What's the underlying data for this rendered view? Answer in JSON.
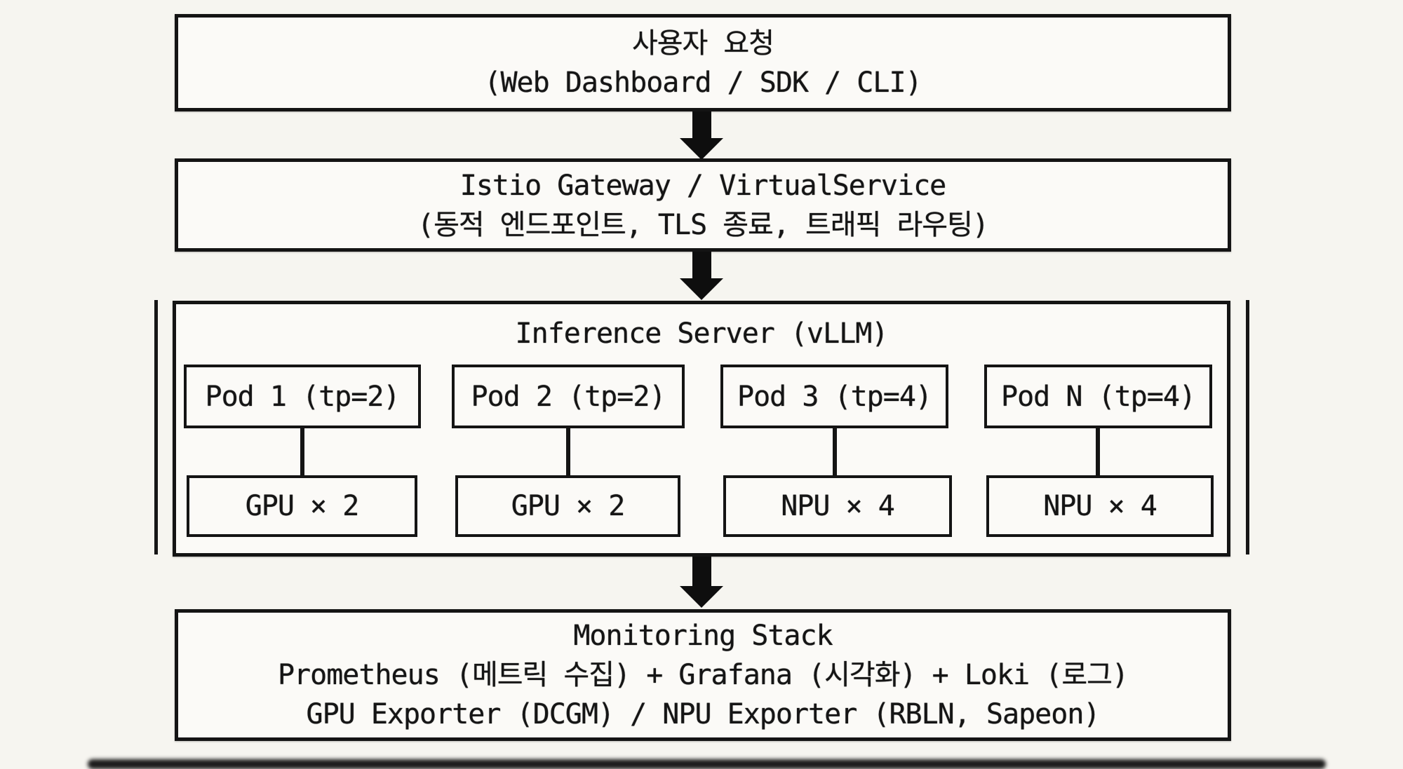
{
  "colors": {
    "ink": "#141414",
    "background": "#f6f5f0",
    "box_fill": "#fbfaf7"
  },
  "boxes": {
    "user_request": {
      "line1": "사용자 요청",
      "line2": "(Web Dashboard / SDK / CLI)"
    },
    "istio_gateway": {
      "line1": "Istio Gateway / VirtualService",
      "line2": "(동적 엔드포인트, TLS 종료, 트래픽 라우팅)"
    },
    "monitoring": {
      "line1": "Monitoring Stack",
      "line2": "Prometheus (메트릭 수집) + Grafana (시각화) + Loki (로그)",
      "line3": "GPU Exporter (DCGM) / NPU Exporter (RBLN, Sapeon)"
    }
  },
  "inference": {
    "title": "Inference Server (vLLM)",
    "pods": [
      {
        "label": "Pod 1 (tp=2)",
        "accelerator": "GPU × 2"
      },
      {
        "label": "Pod 2 (tp=2)",
        "accelerator": "GPU × 2"
      },
      {
        "label": "Pod 3 (tp=4)",
        "accelerator": "NPU × 4"
      },
      {
        "label": "Pod N (tp=4)",
        "accelerator": "NPU × 4"
      }
    ]
  }
}
